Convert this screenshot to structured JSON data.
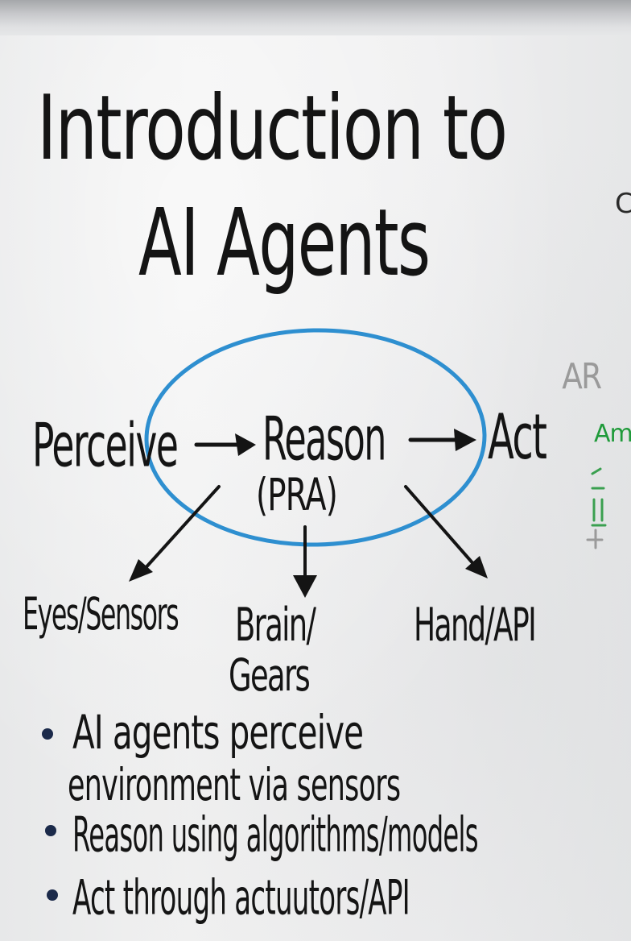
{
  "title": {
    "line1": "Introduction to",
    "line2": "AI Agents"
  },
  "diagram": {
    "nodes": {
      "perceive": "Perceive",
      "reason": "Reason",
      "act": "Act",
      "reason_sub": "(PRA)"
    },
    "outputs": {
      "eyes": "Eyes/Sensors",
      "brain_line1": "Brain/",
      "brain_line2": "Gears",
      "hand": "Hand/API"
    },
    "colors": {
      "ink": "#141414",
      "loop": "#2e8fd0"
    }
  },
  "bullets": {
    "item1_line1": "AI agents perceive",
    "item1_line2": "environment via sensors",
    "item2": "Reason using algorithms/models",
    "item3": "Act through actuutors/API"
  },
  "edge_notes": {
    "top_right": "C",
    "right_gray": "AR",
    "right_green": "Am"
  },
  "colors": {
    "board": "#eeeeef",
    "tray": "#c8c9cc",
    "bullet_dot": "#1b2a4a",
    "edge_green": "#1f9a3a",
    "edge_gray": "#9a9a9a"
  }
}
